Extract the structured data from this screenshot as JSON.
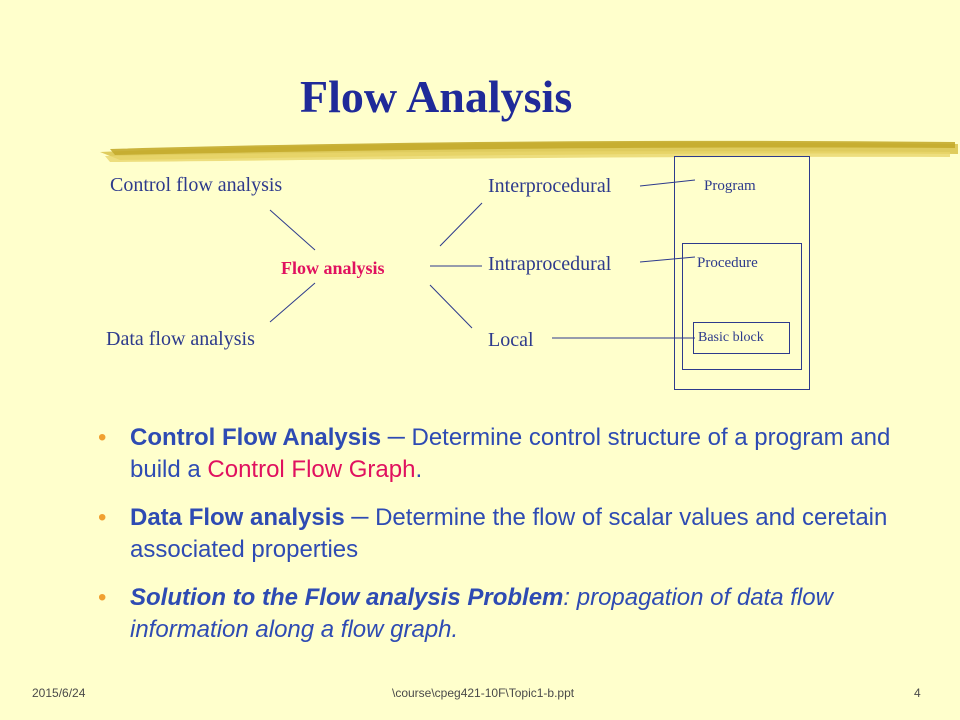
{
  "slide": {
    "title": "Flow Analysis",
    "diagram": {
      "left_top": "Control flow analysis",
      "left_bottom": "Data flow analysis",
      "center": "Flow analysis",
      "right_top": "Interprocedural",
      "right_mid": "Intraprocedural",
      "right_bottom": "Local",
      "box_outer": "Program",
      "box_middle": "Procedure",
      "box_inner": "Basic block"
    },
    "bullets": [
      {
        "lead": "Control Flow Analysis",
        "dash": " ─ ",
        "text": "Determine control structure of a program and build a ",
        "highlight": "Control Flow Graph",
        "tail": "."
      },
      {
        "lead": "Data Flow analysis",
        "dash": " ─ ",
        "text": "Determine the flow of scalar values and ceretain associated properties"
      },
      {
        "lead": "Solution to the Flow analysis Problem",
        "text": ": propagation of data flow information along a flow graph."
      }
    ],
    "bullet_glyph": "•"
  },
  "footer": {
    "date": "2015/6/24",
    "path": "\\course\\cpeg421-10F\\Topic1-b.ppt",
    "page": "4"
  },
  "colors": {
    "background": "#ffffcc",
    "title": "#1f2a99",
    "text": "#2e4bb3",
    "accent": "#e0115f",
    "bullet": "#f0a030"
  }
}
